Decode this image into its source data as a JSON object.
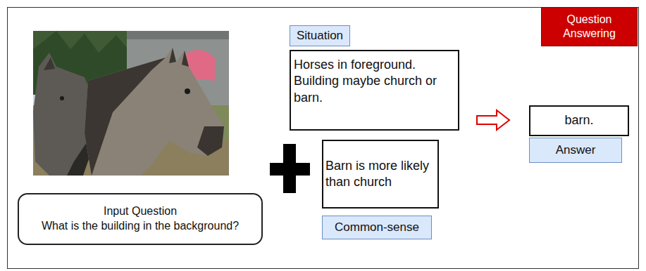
{
  "diagram": {
    "nodes": [
      {
        "text": [
          "Input Question",
          "What is the building in the background?"
        ]
      },
      {
        "text": [
          "Situation"
        ]
      },
      {
        "text": [
          "Horses in foreground. Building maybe church or barn."
        ]
      },
      {
        "text": [
          "Barn is more likely than church"
        ]
      },
      {
        "text": [
          "Common-sense"
        ]
      },
      {
        "text": [
          "barn."
        ]
      },
      {
        "text": [
          "Answer"
        ]
      },
      {
        "text": [
          "Question Answering"
        ]
      }
    ]
  }
}
